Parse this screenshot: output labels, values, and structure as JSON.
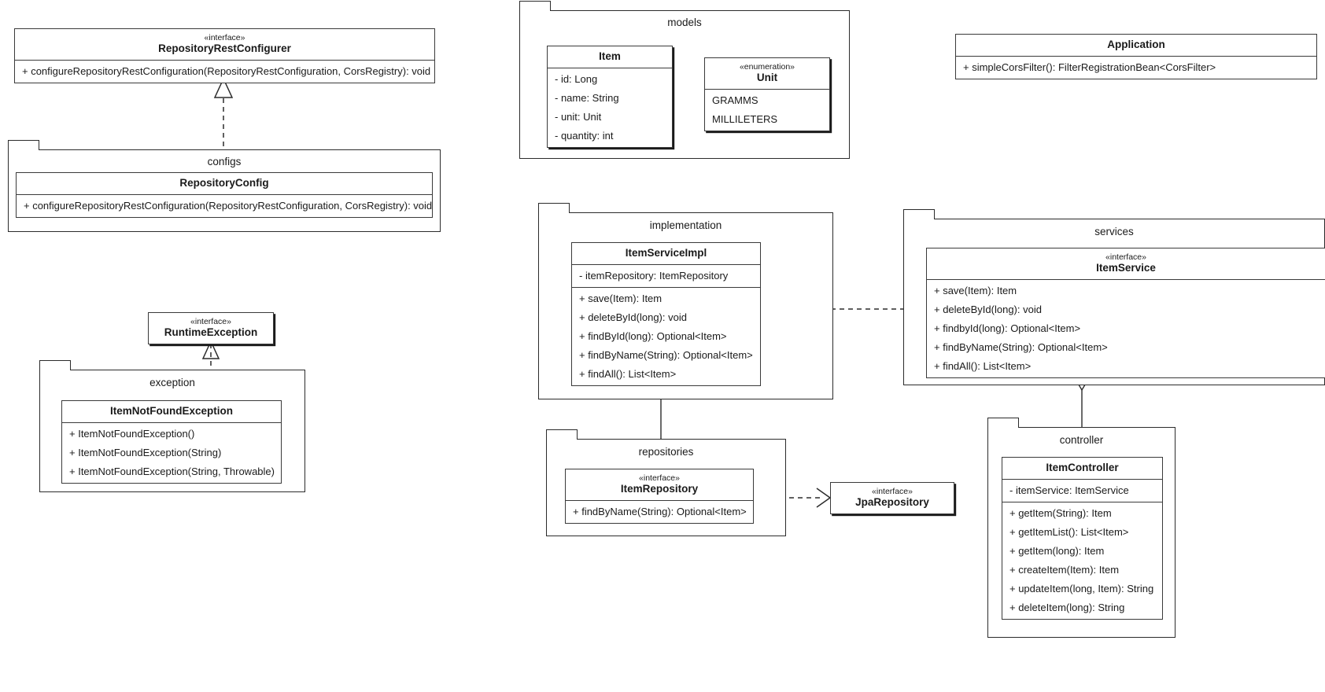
{
  "diagram": {
    "kind": "uml-class-diagram",
    "colors": {
      "stroke": "#2b2b2b",
      "text": "#1a1a1a",
      "background": "#ffffff"
    },
    "stereotypes": {
      "interface": "«interface»",
      "enumeration": "«enumeration»"
    }
  },
  "classifiers": {
    "repository_rest_configurer": {
      "stereotype": "«interface»",
      "name": "RepositoryRestConfigurer",
      "methods": [
        "+ configureRepositoryRestConfiguration(RepositoryRestConfiguration, CorsRegistry): void"
      ]
    },
    "repository_config": {
      "name": "RepositoryConfig",
      "methods": [
        "+ configureRepositoryRestConfiguration(RepositoryRestConfiguration, CorsRegistry): void"
      ]
    },
    "item": {
      "name": "Item",
      "attributes": [
        "- id: Long",
        "- name: String",
        "- unit: Unit",
        "- quantity: int"
      ]
    },
    "unit": {
      "stereotype": "«enumeration»",
      "name": "Unit",
      "literals": [
        "GRAMMS",
        "MILLILETERS"
      ]
    },
    "application": {
      "name": "Application",
      "methods": [
        "+ simpleCorsFilter(): FilterRegistrationBean<CorsFilter>"
      ]
    },
    "runtime_exception": {
      "stereotype": "«interface»",
      "name": "RuntimeException"
    },
    "item_not_found_exception": {
      "name": "ItemNotFoundException",
      "methods": [
        "+ ItemNotFoundException()",
        "+ ItemNotFoundException(String)",
        "+ ItemNotFoundException(String, Throwable)"
      ]
    },
    "item_service_impl": {
      "name": "ItemServiceImpl",
      "attributes": [
        "- itemRepository: ItemRepository"
      ],
      "methods": [
        "+ save(Item): Item",
        "+ deleteById(long): void",
        "+ findById(long): Optional<Item>",
        "+ findByName(String): Optional<Item>",
        "+ findAll(): List<Item>"
      ]
    },
    "item_service": {
      "stereotype": "«interface»",
      "name": "ItemService",
      "methods": [
        "+ save(Item): Item",
        "+ deleteById(long): void",
        "+ findbyId(long): Optional<Item>",
        "+ findByName(String): Optional<Item>",
        "+ findAll(): List<Item>"
      ]
    },
    "item_repository": {
      "stereotype": "«interface»",
      "name": "ItemRepository",
      "methods": [
        "+ findByName(String): Optional<Item>"
      ]
    },
    "jpa_repository": {
      "stereotype": "«interface»",
      "name": "JpaRepository"
    },
    "item_controller": {
      "name": "ItemController",
      "attributes": [
        "- itemService: ItemService"
      ],
      "methods": [
        "+ getItem(String): Item",
        "+ getItemList(): List<Item>",
        "+ getItem(long): Item",
        "+ createItem(Item): Item",
        "+ updateItem(long, Item): String",
        "+ deleteItem(long): String"
      ]
    }
  },
  "packages": {
    "configs": {
      "name": "configs"
    },
    "models": {
      "name": "models"
    },
    "exception": {
      "name": "exception"
    },
    "implementation": {
      "name": "implementation"
    },
    "services": {
      "name": "services"
    },
    "repositories": {
      "name": "repositories"
    },
    "controller": {
      "name": "controller"
    }
  },
  "relationships": [
    {
      "from": "RepositoryConfig",
      "to": "RepositoryRestConfigurer",
      "type": "realization"
    },
    {
      "from": "Item",
      "to": "Unit",
      "type": "aggregation"
    },
    {
      "from": "ItemNotFoundException",
      "to": "RuntimeException",
      "type": "realization"
    },
    {
      "from": "ItemServiceImpl",
      "to": "ItemService",
      "type": "realization"
    },
    {
      "from": "ItemServiceImpl",
      "to": "ItemRepository",
      "type": "aggregation"
    },
    {
      "from": "ItemRepository",
      "to": "JpaRepository",
      "type": "realization"
    },
    {
      "from": "ItemService",
      "to": "ItemController",
      "type": "aggregation"
    }
  ]
}
